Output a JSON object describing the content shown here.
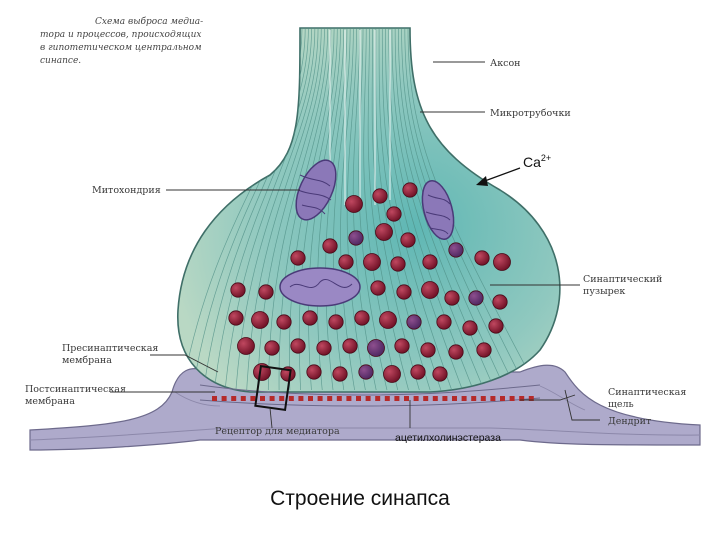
{
  "slide_title": "Строение синапса",
  "scheme_caption": [
    "Схема выброса медиа-",
    "тора и процессов, происходящих",
    "в гипотетическом центральном",
    "синапсе."
  ],
  "labels": {
    "axon": "Аксон",
    "microtubules": "Микротрубочки",
    "ca_base": "Ca",
    "ca_sup": "2+",
    "mitochondria": "Митохондрия",
    "vesicle": [
      "Синаптический",
      "пузырек"
    ],
    "presynaptic_membrane": [
      "Пресинаптическая",
      "мембрана"
    ],
    "postsynaptic_membrane": [
      "Постсинаптическая",
      "мембрана"
    ],
    "receptor": "Рецептор для медиатора",
    "enzyme": "ацетилхолинэстераза",
    "cleft": [
      "Синаптическая",
      "щель"
    ],
    "dendrite": "Дендрит"
  },
  "colors": {
    "terminal_fill": "#8fc8bf",
    "terminal_lines": "#4f8f86",
    "vesicle": "#8a1c34",
    "mitochondria": "#8b78b8",
    "dendrite": "#a9a6c4",
    "cleft_marks": "#b52a2a"
  }
}
